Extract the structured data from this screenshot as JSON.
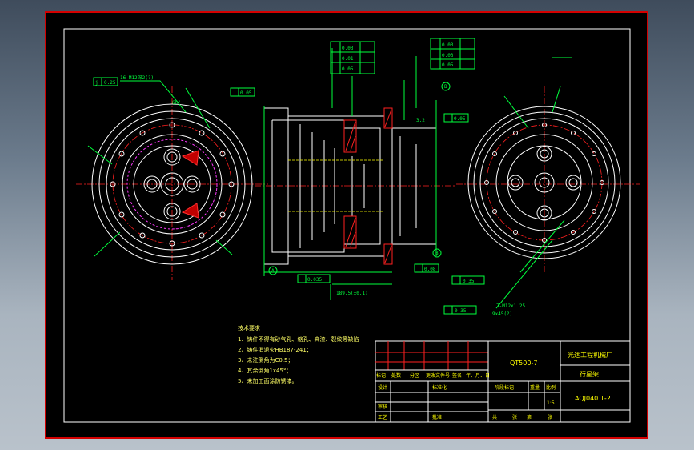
{
  "technical_notes": {
    "heading": "技术要求",
    "items": [
      "1、铸件不得有砂气孔、缩孔、夹渣、裂纹等缺陷",
      "2、铸件消退火HB187-241；",
      "3、未注倒角为C0.5；",
      "4、其余倒角1x45°；",
      "5、未加工面涂防锈漆。"
    ]
  },
  "title_block": {
    "material": "QT500-7",
    "company": "光达工程机械厂",
    "part_name": "行星架",
    "drawing_number": "AQJ040.1-2",
    "scale": "1:5",
    "headers": [
      "标记",
      "处数",
      "分区",
      "更改文件号",
      "签名",
      "年、月、日"
    ],
    "row_design": "设计",
    "row_standard": "标准化",
    "row_check": "审核",
    "row_process": "工艺",
    "row_approve": "批准",
    "stage_label": "阶段标记",
    "weight_label": "重量",
    "ratio_label": "比例",
    "sheet_total": "共",
    "sheet_label": "张",
    "sheet_of": "第",
    "sheet_label2": "张"
  },
  "dimensions": {
    "left_view_callout": "16-M12深2(?)",
    "left_tol": "0.25",
    "section_a": "A",
    "section_b": "B",
    "roughness": "3.2",
    "middle_tol_r": "0.05",
    "middle_tol_1": "0.03",
    "middle_tol_2": "0.01",
    "middle_tol_3": "0.05",
    "right_tol_1": "0.03",
    "right_tol_2": "0.03",
    "right_tol_3": "0.05",
    "right_tol_4": "0.35",
    "right_tol_5": "0.35",
    "bottom_tol_1": "0.035",
    "bottom_tol_2": "0.08",
    "overall_len": "189.5(±0.1)",
    "right_callout": "7-M12x1.25",
    "right_callout2": "9x45(?)"
  }
}
